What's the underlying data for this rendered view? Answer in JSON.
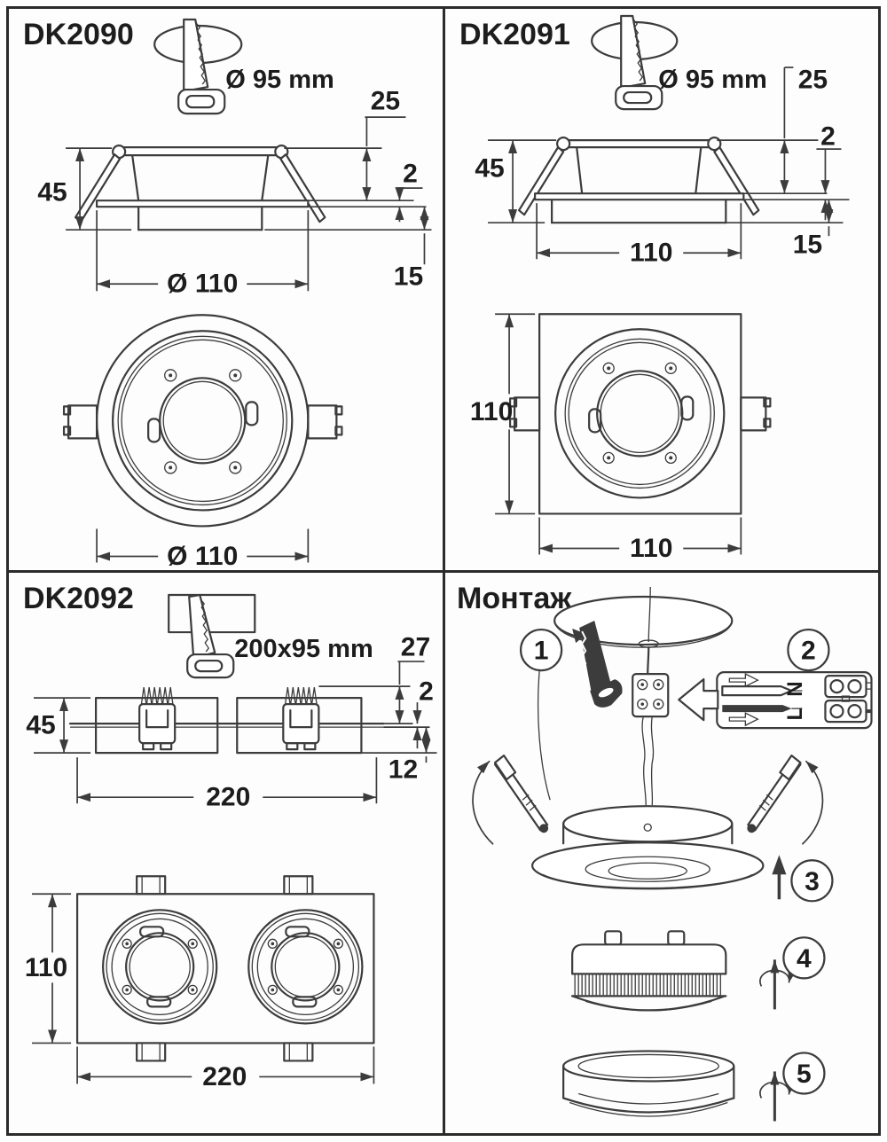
{
  "colors": {
    "line": "#3c3c3c",
    "text": "#1d1d1d",
    "background": "#ffffff",
    "border": "#2b2b2b"
  },
  "icons": {
    "cutout_tool": "keyhole-saw",
    "step2_insert": "left-arrow",
    "lift": "up-arrow",
    "rotate": "rotate-arrow"
  },
  "panels": {
    "dk2090": {
      "title": "DK2090",
      "cutout": "Ø 95 mm",
      "dim_height": "45",
      "dim_above": "25",
      "dim_flange": "2",
      "dim_recess": "15",
      "dim_width": "Ø 110",
      "front_width": "Ø 110"
    },
    "dk2091": {
      "title": "DK2091",
      "cutout": "Ø 95 mm",
      "dim_height": "45",
      "dim_above": "25",
      "dim_flange": "2",
      "dim_recess": "15",
      "dim_width": "110",
      "front_height": "110",
      "front_width": "110"
    },
    "dk2092": {
      "title": "DK2092",
      "cutout": "200x95 mm",
      "dim_height": "45",
      "dim_above": "27",
      "dim_flange": "2",
      "dim_recess": "12",
      "dim_width": "220",
      "front_height": "110",
      "front_width": "220"
    },
    "montage": {
      "title": "Монтаж",
      "step1": "1",
      "step2": "2",
      "step3": "3",
      "step4": "4",
      "step5": "5",
      "terminal_n": "N",
      "terminal_l": "L"
    }
  }
}
